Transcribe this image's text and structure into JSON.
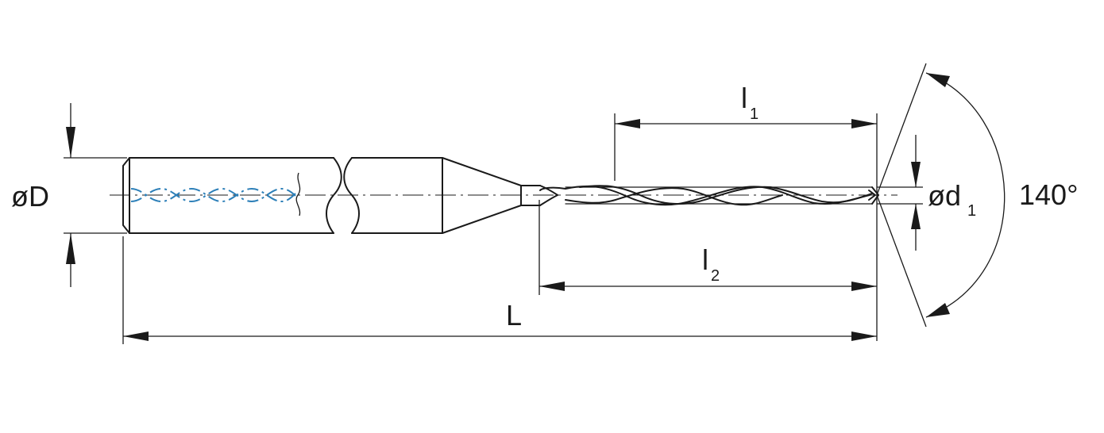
{
  "labels": {
    "shank_diameter": "øD",
    "tip_diameter": "ød",
    "tip_diameter_sub": "1",
    "flute_length": "l",
    "flute_length_sub": "1",
    "usable_length": "l",
    "usable_length_sub": "2",
    "overall_length": "L",
    "point_angle": "140°"
  },
  "colors": {
    "line": "#1a1a1a",
    "coolant_channel": "#2c7fb8",
    "background": "#ffffff"
  }
}
